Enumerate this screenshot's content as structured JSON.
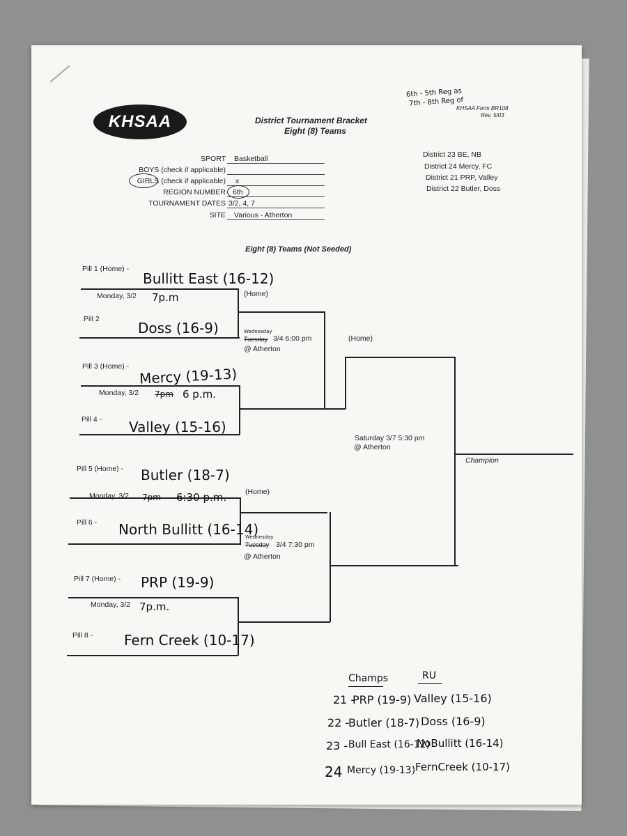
{
  "header": {
    "title_line1": "District Tournament Bracket",
    "title_line2": "Eight (8) Teams",
    "form_id": "KHSAA Form BR108",
    "form_rev": "Rev. 5/03",
    "logo_text": "KHSAA",
    "corner_note_1": "6th - 5th Reg as",
    "corner_note_2": "7th - 8th Reg of"
  },
  "form": {
    "sport_label": "SPORT",
    "sport_value": "Basketball",
    "boys_label": "BOYS (check if applicable)",
    "boys_value": "",
    "girls_label": "GIRLS (check if applicable)",
    "girls_value": "x",
    "region_label": "REGION NUMBER",
    "region_value": "6th",
    "dates_label": "TOURNAMENT DATES",
    "dates_value": "3/2, 4, 7",
    "site_label": "SITE",
    "site_value": "Various - Atherton"
  },
  "districts": [
    "District 23 BE, NB",
    "District 24 Mercy, FC",
    "District 21 PRP, Valley",
    "District 22 Butler, Doss"
  ],
  "bracket": {
    "heading": "Eight (8) Teams (Not Seeded)",
    "pills": [
      {
        "label": "Pill 1 (Home) -",
        "team": "Bullitt East (16-12)"
      },
      {
        "label": "Pill 2",
        "team": "Doss (16-9)"
      },
      {
        "label": "Pill 3 (Home) -",
        "team": "Mercy (19-13)"
      },
      {
        "label": "Pill 4 -",
        "team": "Valley (15-16)"
      },
      {
        "label": "Pill 5 (Home) -",
        "team": "Butler (18-7)"
      },
      {
        "label": "Pill 6 -",
        "team": "North Bullitt (16-14)"
      },
      {
        "label": "Pill 7 (Home) -",
        "team": "PRP (19-9)"
      },
      {
        "label": "Pill 8 -",
        "team": "Fern Creek (10-17)"
      }
    ],
    "first_round": [
      {
        "date": "Monday, 3/2",
        "struck": "",
        "time": "7p.m"
      },
      {
        "date": "Monday, 3/2",
        "struck": "7pm",
        "time": "6 p.m."
      },
      {
        "date": "Monday, 3/2",
        "struck": "7pm",
        "time": "6:30 p.m."
      },
      {
        "date": "Monday, 3/2",
        "struck": "",
        "time": "7p.m."
      }
    ],
    "semis": [
      {
        "home": "(Home)",
        "day_hand": "Wednesday",
        "day_struck": "Tuesday",
        "date_time": "3/4 6:00 pm",
        "site": "@ Atherton"
      },
      {
        "home": "(Home)",
        "day_hand": "Wednesday",
        "day_struck": "Tuesday",
        "date_time": "3/4 7:30 pm",
        "site": "@ Atherton"
      }
    ],
    "final": {
      "home": "(Home)",
      "date_time": "Saturday 3/7 5:30 pm",
      "site": "@ Atherton"
    },
    "champion_label": "Champion"
  },
  "results": {
    "col_champs": "Champs",
    "col_ru": "RU",
    "rows": [
      {
        "district": "21 -",
        "champ": "PRP (19-9)",
        "ru": "Valley (15-16)"
      },
      {
        "district": "22 -",
        "champ": "Butler (18-7)",
        "ru": "Doss (16-9)"
      },
      {
        "district": "23 -",
        "champ": "Bull East (16-12)",
        "ru": "NoBullitt (16-14)"
      },
      {
        "district": "24",
        "champ": "Mercy (19-13)",
        "ru": "FernCreek (10-17)"
      }
    ]
  }
}
